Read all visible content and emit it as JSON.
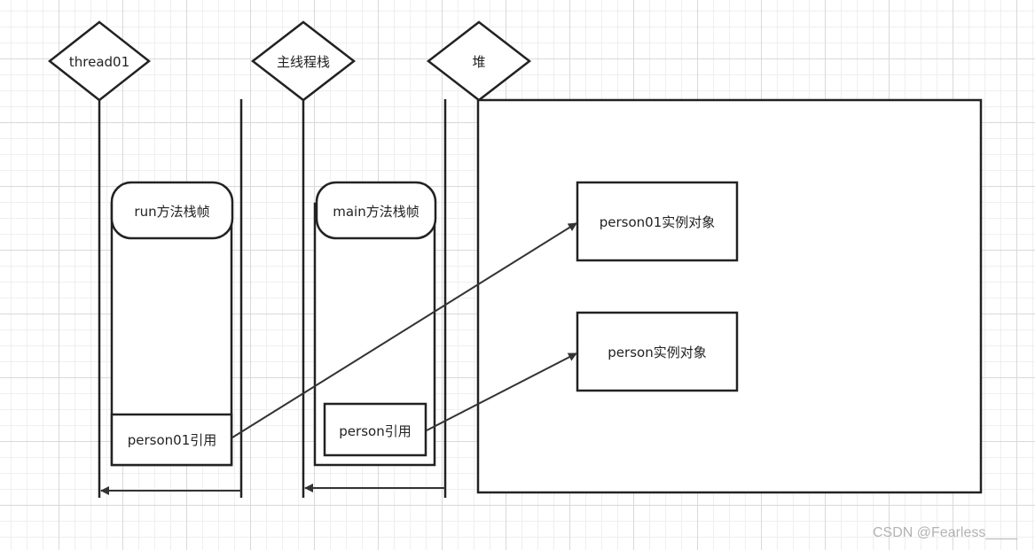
{
  "diagram": {
    "headers": {
      "thread": "thread01",
      "main_stack": "主线程栈",
      "heap": "堆"
    },
    "frames": {
      "run": "run方法栈帧",
      "main": "main方法栈帧"
    },
    "references": {
      "person01_ref": "person01引用",
      "person_ref": "person引用"
    },
    "objects": {
      "person01_obj": "person01实例对象",
      "person_obj": "person实例对象"
    },
    "edges": [
      {
        "from": "person01引用",
        "to": "person01实例对象"
      },
      {
        "from": "person引用",
        "to": "person实例对象"
      }
    ]
  },
  "watermark": "CSDN @Fearless____"
}
